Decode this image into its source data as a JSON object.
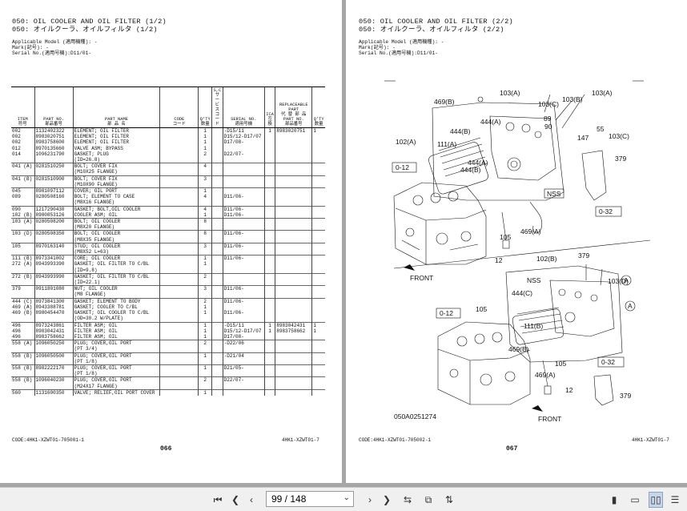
{
  "viewer": {
    "current_page": "99",
    "page_label": "99 / 148",
    "total_pages": "148"
  },
  "left_page": {
    "title_1": "050: OIL COOLER AND OIL FILTER (1/2)",
    "title_2": "050: オイルクーラ、オイルフィルタ (1/2)",
    "meta_1": "Applicable Model (適用機種): -",
    "meta_2": "Mark(記号): -",
    "meta_3": "Serial No.(適用号機):D11/01-",
    "headers": {
      "item": "ITEM\n符号",
      "part_no": "PART NO.\n部品番号",
      "part_name": "PART NAME\n部 品 名",
      "code": "CODE\nコード",
      "qty": "Q'TY\n数量",
      "sc": "S,C\nサービス\nコード",
      "serial": "SERIAL NO.\n適用号機",
      "ica": "ICA\n互換",
      "rep_part": "REPLACEABLE PART\n代 替 部 品\nPART NO.\n部品番号",
      "rep_qty": "Q'TY\n数量"
    },
    "rows": [
      {
        "item": "002",
        "pn": "1132402322",
        "name": "ELEMENT; OIL FILTER",
        "qty": "1",
        "serial": "-D15/11",
        "ica": "1",
        "rp": "8983020751",
        "rq": "1",
        "sep": true
      },
      {
        "item": "002",
        "pn": "8983020751",
        "name": "ELEMENT; OIL FILTER",
        "qty": "1",
        "serial": "D15/12-D17/07",
        "ica": "",
        "rp": "",
        "rq": ""
      },
      {
        "item": "002",
        "pn": "8983758600",
        "name": "ELEMENT; OIL FILTER",
        "qty": "1",
        "serial": "D17/08-",
        "ica": "",
        "rp": "",
        "rq": ""
      },
      {
        "item": "012",
        "pn": "8970135660",
        "name": "VALVE ASM; BYPASS",
        "qty": "1",
        "serial": "",
        "ica": "",
        "rp": "",
        "rq": ""
      },
      {
        "item": "014",
        "pn": "1096231790",
        "name": "GASKET; PLUG",
        "qty": "2",
        "serial": "D22/07-",
        "ica": "",
        "rp": "",
        "rq": ""
      },
      {
        "item": "",
        "pn": "",
        "name": "(ID=26.8)",
        "qty": "",
        "serial": "",
        "ica": "",
        "rp": "",
        "rq": ""
      },
      {
        "item": "041 (A)",
        "pn": "0281510250",
        "name": "BOLT; COVER FIX",
        "qty": "4",
        "serial": "",
        "ica": "",
        "rp": "",
        "rq": "",
        "sep": true
      },
      {
        "item": "",
        "pn": "",
        "name": "(M10X25 FLANGE)",
        "qty": "",
        "serial": "",
        "ica": "",
        "rp": "",
        "rq": ""
      },
      {
        "item": "041 (B)",
        "pn": "0281510900",
        "name": "BOLT; COVER FIX",
        "qty": "3",
        "serial": "",
        "ica": "",
        "rp": "",
        "rq": "",
        "sep": true
      },
      {
        "item": "",
        "pn": "",
        "name": "(M10X90 FLANGE)",
        "qty": "",
        "serial": "",
        "ica": "",
        "rp": "",
        "rq": ""
      },
      {
        "item": "045",
        "pn": "8981097112",
        "name": "COVER; OIL PORT",
        "qty": "1",
        "serial": "",
        "ica": "",
        "rp": "",
        "rq": "",
        "sep": true
      },
      {
        "item": "089",
        "pn": "0280508160",
        "name": "BOLT; ELEMENT TO CASE",
        "qty": "4",
        "serial": "D11/06-",
        "ica": "",
        "rp": "",
        "rq": ""
      },
      {
        "item": "",
        "pn": "",
        "name": "(M8X16 FLANGE)",
        "qty": "",
        "serial": "",
        "ica": "",
        "rp": "",
        "rq": ""
      },
      {
        "item": "090",
        "pn": "1217290430",
        "name": "GASKET; BOLT,OIL COOLER",
        "qty": "4",
        "serial": "D11/06-",
        "ica": "",
        "rp": "",
        "rq": "",
        "sep": true
      },
      {
        "item": "102 (B)",
        "pn": "8980853126",
        "name": "COOLER ASM; OIL",
        "qty": "1",
        "serial": "D11/06-",
        "ica": "",
        "rp": "",
        "rq": ""
      },
      {
        "item": "103 (A)",
        "pn": "0280508200",
        "name": "BOLT; OIL COOLER",
        "qty": "8",
        "serial": "",
        "ica": "",
        "rp": "",
        "rq": "",
        "sep": true
      },
      {
        "item": "",
        "pn": "",
        "name": "(M8X20 FLANGE)",
        "qty": "",
        "serial": "",
        "ica": "",
        "rp": "",
        "rq": ""
      },
      {
        "item": "103 (D)",
        "pn": "0280508350",
        "name": "BOLT; OIL COOLER",
        "qty": "8",
        "serial": "D11/06-",
        "ica": "",
        "rp": "",
        "rq": "",
        "sep": true
      },
      {
        "item": "",
        "pn": "",
        "name": "(M8X35 FLANGE)",
        "qty": "",
        "serial": "",
        "ica": "",
        "rp": "",
        "rq": ""
      },
      {
        "item": "105",
        "pn": "8970163140",
        "name": "STUD; OIL COOLER",
        "qty": "3",
        "serial": "D11/06-",
        "ica": "",
        "rp": "",
        "rq": "",
        "sep": true
      },
      {
        "item": "",
        "pn": "",
        "name": "(M8X52 L=63)",
        "qty": "",
        "serial": "",
        "ica": "",
        "rp": "",
        "rq": ""
      },
      {
        "item": "111 (B)",
        "pn": "8973341002",
        "name": "CORE; OIL COOLER",
        "qty": "1",
        "serial": "D11/06-",
        "ica": "",
        "rp": "",
        "rq": "",
        "sep": true
      },
      {
        "item": "272 (A)",
        "pn": "8943993390",
        "name": "GASKET; OIL FILTER TO C/BL",
        "qty": "1",
        "serial": "",
        "ica": "",
        "rp": "",
        "rq": ""
      },
      {
        "item": "",
        "pn": "",
        "name": "(ID=9.8)",
        "qty": "",
        "serial": "",
        "ica": "",
        "rp": "",
        "rq": ""
      },
      {
        "item": "272 (B)",
        "pn": "8943993990",
        "name": "GASKET; OIL FILTER TO C/BL",
        "qty": "2",
        "serial": "",
        "ica": "",
        "rp": "",
        "rq": "",
        "sep": true
      },
      {
        "item": "",
        "pn": "",
        "name": "(ID=22.1)",
        "qty": "",
        "serial": "",
        "ica": "",
        "rp": "",
        "rq": ""
      },
      {
        "item": "379",
        "pn": "0911801080",
        "name": "NUT; OIL COOLER",
        "qty": "3",
        "serial": "D11/06-",
        "ica": "",
        "rp": "",
        "rq": "",
        "sep": true
      },
      {
        "item": "",
        "pn": "",
        "name": "(M8 FLANGE)",
        "qty": "",
        "serial": "",
        "ica": "",
        "rp": "",
        "rq": ""
      },
      {
        "item": "444 (C)",
        "pn": "8973841300",
        "name": "GASKET; ELEMENT TO BODY",
        "qty": "2",
        "serial": "D11/06-",
        "ica": "",
        "rp": "",
        "rq": "",
        "sep": true
      },
      {
        "item": "469 (A)",
        "pn": "8943388781",
        "name": "GASKET; COOLER TO C/BL",
        "qty": "1",
        "serial": "",
        "ica": "",
        "rp": "",
        "rq": ""
      },
      {
        "item": "469 (B)",
        "pn": "8980454470",
        "name": "GASKET; OIL COOLER TO C/BL",
        "qty": "1",
        "serial": "D11/06-",
        "ica": "",
        "rp": "",
        "rq": ""
      },
      {
        "item": "",
        "pn": "",
        "name": "(OD=30.2 W/PLATE)",
        "qty": "",
        "serial": "",
        "ica": "",
        "rp": "",
        "rq": ""
      },
      {
        "item": "496",
        "pn": "8973243861",
        "name": "FILTER ASM; OIL",
        "qty": "1",
        "serial": "-D15/11",
        "ica": "1",
        "rp": "8983042431",
        "rq": "1",
        "sep": true
      },
      {
        "item": "496",
        "pn": "8983042431",
        "name": "FILTER ASM; OIL",
        "qty": "1",
        "serial": "D15/12-D17/07",
        "ica": "1",
        "rp": "8983758662",
        "rq": "1"
      },
      {
        "item": "496",
        "pn": "8983758662",
        "name": "FILTER ASM; OIL",
        "qty": "1",
        "serial": "D17/08-",
        "ica": "",
        "rp": "",
        "rq": ""
      },
      {
        "item": "558 (A)",
        "pn": "1096050250",
        "name": "PLUG; COVER,OIL PORT",
        "qty": "2",
        "serial": "-D22/06",
        "ica": "",
        "rp": "",
        "rq": "",
        "sep": true
      },
      {
        "item": "",
        "pn": "",
        "name": "(PT 3/4)",
        "qty": "",
        "serial": "",
        "ica": "",
        "rp": "",
        "rq": ""
      },
      {
        "item": "558 (B)",
        "pn": "1096050500",
        "name": "PLUG; COVER,OIL PORT",
        "qty": "1",
        "serial": "-D21/04",
        "ica": "",
        "rp": "",
        "rq": "",
        "sep": true
      },
      {
        "item": "",
        "pn": "",
        "name": "(PT 1/8)",
        "qty": "",
        "serial": "",
        "ica": "",
        "rp": "",
        "rq": ""
      },
      {
        "item": "558 (B)",
        "pn": "8982222170",
        "name": "PLUG; COVER,OIL PORT",
        "qty": "1",
        "serial": "D21/05-",
        "ica": "",
        "rp": "",
        "rq": "",
        "sep": true
      },
      {
        "item": "",
        "pn": "",
        "name": "(PT 1/8)",
        "qty": "",
        "serial": "",
        "ica": "",
        "rp": "",
        "rq": ""
      },
      {
        "item": "558 (B)",
        "pn": "1096040230",
        "name": "PLUG; COVER,OIL PORT",
        "qty": "2",
        "serial": "D22/07-",
        "ica": "",
        "rp": "",
        "rq": "",
        "sep": true
      },
      {
        "item": "",
        "pn": "",
        "name": "(M24X17 FLANGE)",
        "qty": "",
        "serial": "",
        "ica": "",
        "rp": "",
        "rq": ""
      },
      {
        "item": "560",
        "pn": "1131600350",
        "name": "VALVE; RELIEF,OIL PORT COVER",
        "qty": "1",
        "serial": "",
        "ica": "",
        "rp": "",
        "rq": "",
        "sep": true
      }
    ],
    "footer_code": "CODE:4HK1-XZWT01-705001-1",
    "footer_model": "4HK1-XZWT01-7",
    "page_number": "066"
  },
  "right_page": {
    "title_1": "050: OIL COOLER AND OIL FILTER (2/2)",
    "title_2": "050: オイルクーラ、オイルフィルタ (2/2)",
    "meta_1": "Applicable Model (適用機種): -",
    "meta_2": "Mark(記号): -",
    "meta_3": "Serial No.(適用号機):D11/01-",
    "callouts": {
      "c1": "469(B)",
      "c2": "103(A)",
      "c3": "103(B)",
      "c4": "103(A)",
      "c5": "103(C)",
      "c6": "444(A)",
      "c7": "89",
      "c8": "444(B)",
      "c9": "90",
      "c10": "55",
      "c11": "147",
      "c12": "103(C)",
      "c13": "102(A)",
      "c14": "111(A)",
      "c15": "379",
      "c16": "444(A)",
      "c17": "444(B)",
      "c18": "0-12",
      "c19": "NSS",
      "c20": "0-32",
      "c21": "469(A)",
      "c22": "105",
      "c23": "12",
      "c24": "FRONT",
      "c25": "102(B)",
      "c26": "379",
      "c27": "NSS",
      "c28": "103(D)",
      "c29": "444(C)",
      "c30": "0-12",
      "c31": "105",
      "c32": "111(B)",
      "c33": "469(B)",
      "c34": "105",
      "c35": "0-32",
      "c36": "469(A)",
      "c37": "12",
      "c38": "379",
      "c39": "FRONT",
      "c40": "A",
      "c41": "A",
      "drawing_no": "050A0251274"
    },
    "footer_code": "CODE:4HK1-XZWT01-705002-1",
    "footer_model": "4HK1-XZWT01-7",
    "page_number": "067"
  },
  "toolbar": {
    "prev_icon": "chevron-left",
    "next_icon": "chevron-right",
    "first_icon": "first-page",
    "last_icon": "last-page"
  }
}
